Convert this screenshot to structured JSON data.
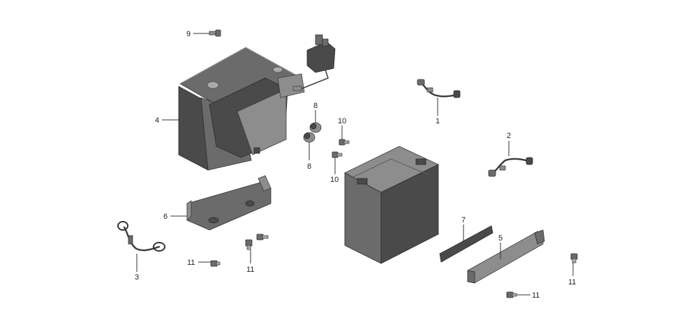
{
  "callouts": {
    "c1": "1",
    "c2": "2",
    "c3": "3",
    "c4": "4",
    "c5": "5",
    "c6": "6",
    "c7": "7",
    "c8a": "8",
    "c8b": "8",
    "c9": "9",
    "c10a": "10",
    "c10b": "10",
    "c11a": "11",
    "c11b": "11",
    "c11c": "11",
    "c11d": "11"
  }
}
